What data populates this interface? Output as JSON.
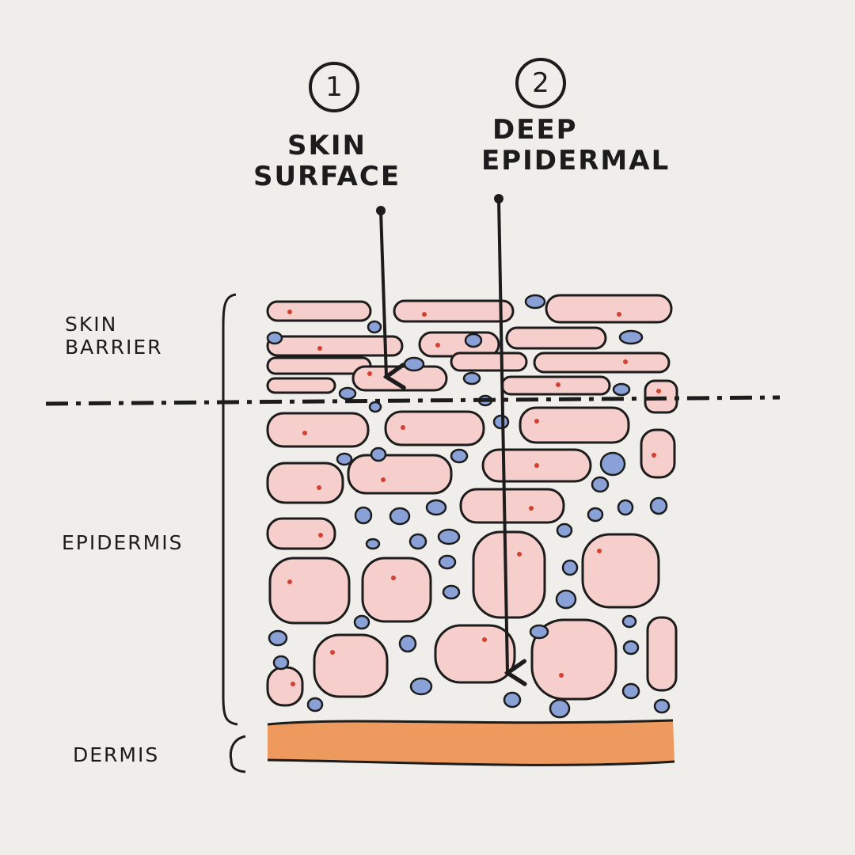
{
  "markers": {
    "one": "1",
    "two": "2"
  },
  "callouts": {
    "skin_surface": {
      "line1": "SKiN",
      "line2": "SURFACE"
    },
    "deep_epidermal": {
      "line1": "DEEP",
      "line2": "EPiDERMAL"
    }
  },
  "layers": {
    "skin_barrier": {
      "line1": "SKiN",
      "line2": "BARRiER"
    },
    "epidermis": "EPiDERMiS",
    "dermis": "DERMiS"
  },
  "colors": {
    "background": "#efeeeb",
    "ink": "#1c1c1c",
    "cell_fill": "#f6cfcc",
    "nucleus": "#d6402e",
    "lipid_blue": "#8aa1d8",
    "dermis_orange": "#ee9a5e"
  }
}
